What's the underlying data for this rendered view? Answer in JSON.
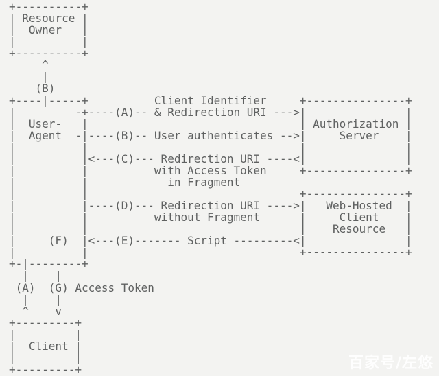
{
  "colors": {
    "background": "#f3f3f1",
    "diagram_text": "#5f6161",
    "watermark_text": "#ffffff"
  },
  "diagram": {
    "ascii_lines": [
      "+----------+",
      "| Resource |",
      "|  Owner   |",
      "|          |",
      "+----------+",
      "     ^",
      "     |",
      "    (B)",
      "+----|-----+          Client Identifier     +---------------+",
      "|         -+----(A)-- & Redirection URI --->|               |",
      "|  User-   |                                | Authorization |",
      "|  Agent  -|----(B)-- User authenticates -->|     Server    |",
      "|          |                                |               |",
      "|          |<---(C)--- Redirection URI ----<|               |",
      "|          |          with Access Token     +---------------+",
      "|          |            in Fragment",
      "|          |                                +---------------+",
      "|          |----(D)--- Redirection URI ---->|   Web-Hosted  |",
      "|          |          without Fragment      |     Client    |",
      "|          |                                |    Resource   |",
      "|     (F)  |<---(E)------- Script ---------<|               |",
      "|          |                                +---------------+",
      "+-|--------+",
      "  |    |",
      " (A)  (G) Access Token",
      "  |    |",
      "  ^    v",
      "+---------+",
      "|         |",
      "|  Client |",
      "|         |",
      "+---------+"
    ],
    "entities": [
      "Resource Owner",
      "User-Agent",
      "Authorization Server",
      "Web-Hosted Client Resource",
      "Client"
    ],
    "flow_labels": {
      "A": "Client Identifier & Redirection URI",
      "B": "User authenticates",
      "C": "Redirection URI with Access Token in Fragment",
      "D": "Redirection URI without Fragment",
      "E": "Script",
      "G": "Access Token"
    }
  },
  "watermark": {
    "text": "百家号/左悠"
  }
}
